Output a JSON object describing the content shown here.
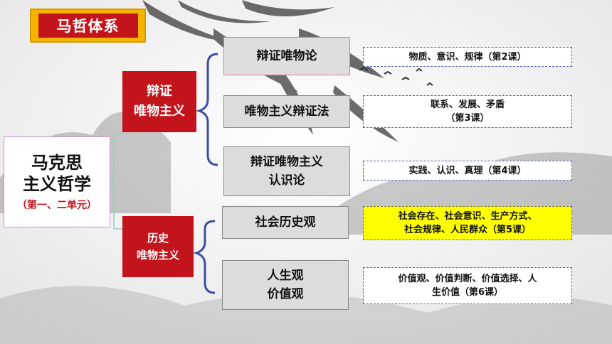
{
  "title": "马哲体系",
  "root": {
    "line1": "马克思",
    "line2": "主义哲学",
    "subtitle": "（第一、二单元）"
  },
  "branches": [
    {
      "line1": "辩证",
      "line2": "唯物主义",
      "children": [
        {
          "label_lines": [
            "辩证唯物论"
          ],
          "note_lines": [
            "物质、意识、规律（第2课）"
          ]
        },
        {
          "label_lines": [
            "唯物主义辩证法"
          ],
          "note_lines": [
            "联系、发展、矛盾",
            "（第3课）"
          ]
        },
        {
          "label_lines": [
            "辩证唯物主义",
            "认识论"
          ],
          "note_lines": [
            "实践、认识、真理（第4课）"
          ]
        }
      ]
    },
    {
      "line1": "历史",
      "line2": "唯物主义",
      "children": [
        {
          "label_lines": [
            "社会历史观"
          ],
          "note_lines": [
            "社会存在、社会意识、生产方式、",
            "社会规律、人民群众（第5课）"
          ],
          "highlight": true
        },
        {
          "label_lines": [
            "人生观",
            "价值观"
          ],
          "note_lines": [
            "价值观、价值判断、价值选择、人",
            "生价值（第6课）"
          ]
        }
      ]
    }
  ],
  "colors": {
    "accent_red": "#c3141b",
    "badge_yellow": "#f4b400",
    "highlight_yellow": "#ffff00",
    "bracket_blue": "#3a4fa0",
    "root_border": "#d48ad4"
  }
}
